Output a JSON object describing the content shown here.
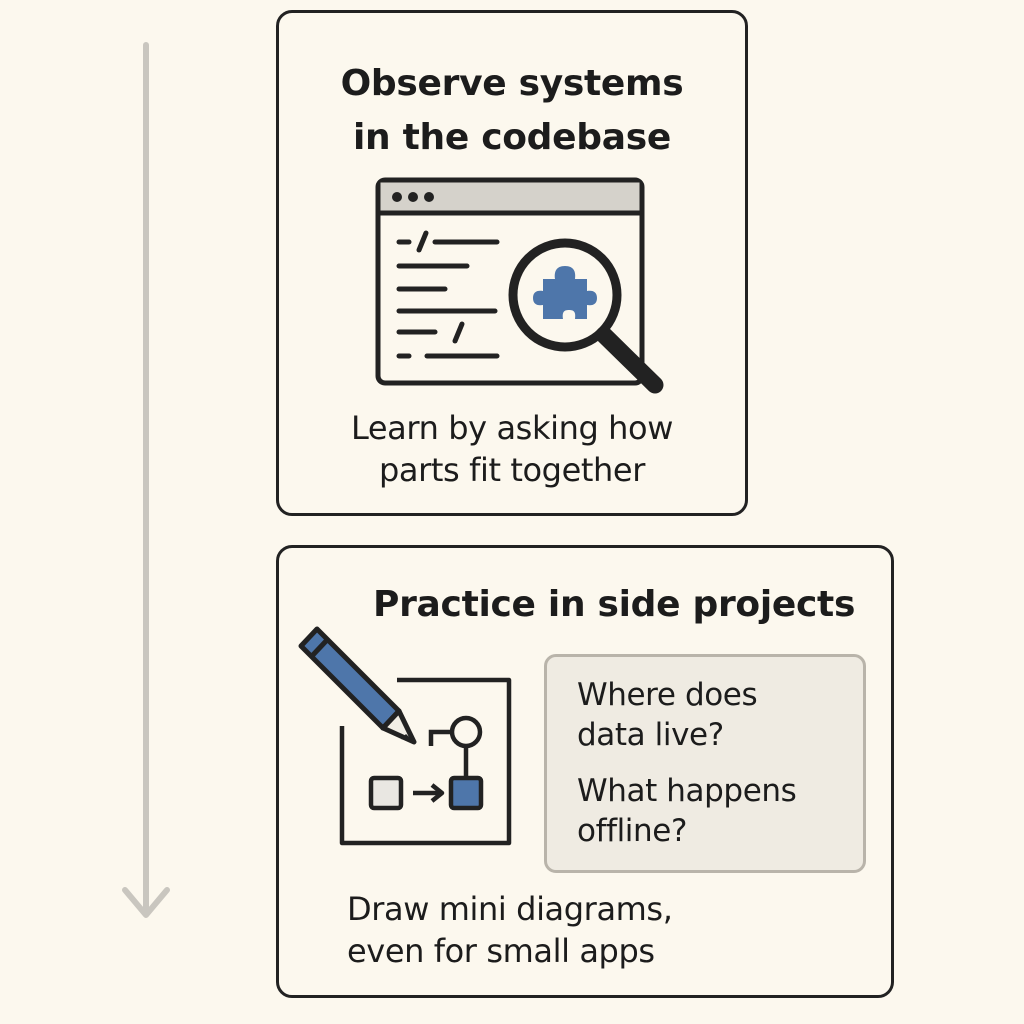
{
  "steps": [
    {
      "title_line1": "Observe systems",
      "title_line2": "in the codebase",
      "caption_line1": "Learn by asking how",
      "caption_line2": "parts fit together"
    },
    {
      "title": "Practice in side projects",
      "questions": [
        {
          "line1": "Where does",
          "line2": "data live?"
        },
        {
          "line1": "What happens",
          "line2": "offline?"
        }
      ],
      "caption_line1": "Draw mini diagrams,",
      "caption_line2": "even for small apps"
    }
  ],
  "icons": {
    "timeline": "down-arrow-icon",
    "step1": [
      "code-window-icon",
      "magnifying-glass-icon",
      "puzzle-piece-icon"
    ],
    "step2": [
      "pencil-icon",
      "mini-diagram-icon"
    ]
  },
  "colors": {
    "background": "#fcf8ee",
    "ink": "#222222",
    "accent_blue": "#4e76aa",
    "timeline_gray": "#c9c6bf",
    "question_bg": "#efebe2"
  }
}
